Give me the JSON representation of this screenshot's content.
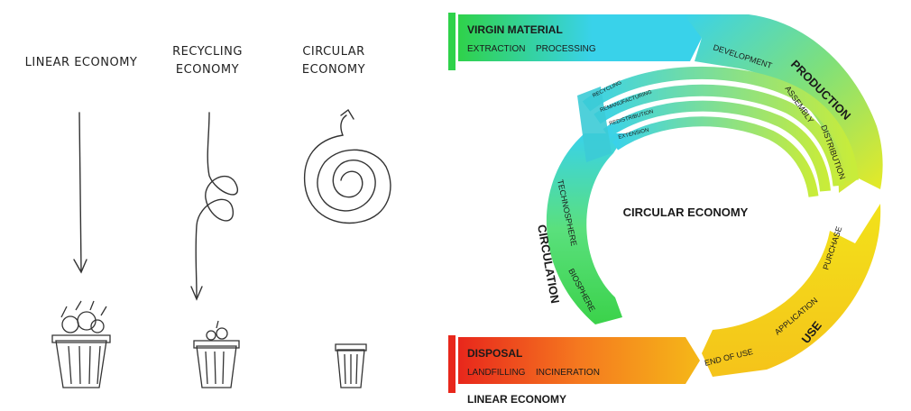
{
  "left_panel": {
    "columns": [
      {
        "title_line1": "LINEAR ECONOMY",
        "title_line2": ""
      },
      {
        "title_line1": "RECYCLING",
        "title_line2": "ECONOMY"
      },
      {
        "title_line1": "CIRCULAR",
        "title_line2": "ECONOMY"
      }
    ]
  },
  "right_panel": {
    "center_label": "CIRCULAR ECONOMY",
    "virgin_material": {
      "title": "VIRGIN MATERIAL",
      "sub1": "EXTRACTION",
      "sub2": "PROCESSING"
    },
    "production": {
      "title": "PRODUCTION",
      "steps": [
        "DEVELOPMENT",
        "ASSEMBLY",
        "DISTRIBUTION"
      ]
    },
    "use": {
      "title": "USE",
      "steps": [
        "PURCHASE",
        "APPLICATION",
        "END OF USE"
      ]
    },
    "circulation": {
      "title": "CIRCULATION",
      "steps": [
        "TECHNOSPHERE",
        "BIOSPHERE"
      ]
    },
    "loops": [
      "RECYCLING",
      "REMANUFACTURING",
      "REDISTRIBUTION",
      "EXTENSION"
    ],
    "disposal": {
      "title": "DISPOSAL",
      "sub1": "LANDFILLING",
      "sub2": "INCINERATION"
    },
    "linear_label": "LINEAR ECONOMY",
    "colors": {
      "green": "#2fd24a",
      "cyan": "#39d2ea",
      "yellow": "#f2e21a",
      "orange": "#f5a623",
      "red": "#e8271c"
    }
  }
}
